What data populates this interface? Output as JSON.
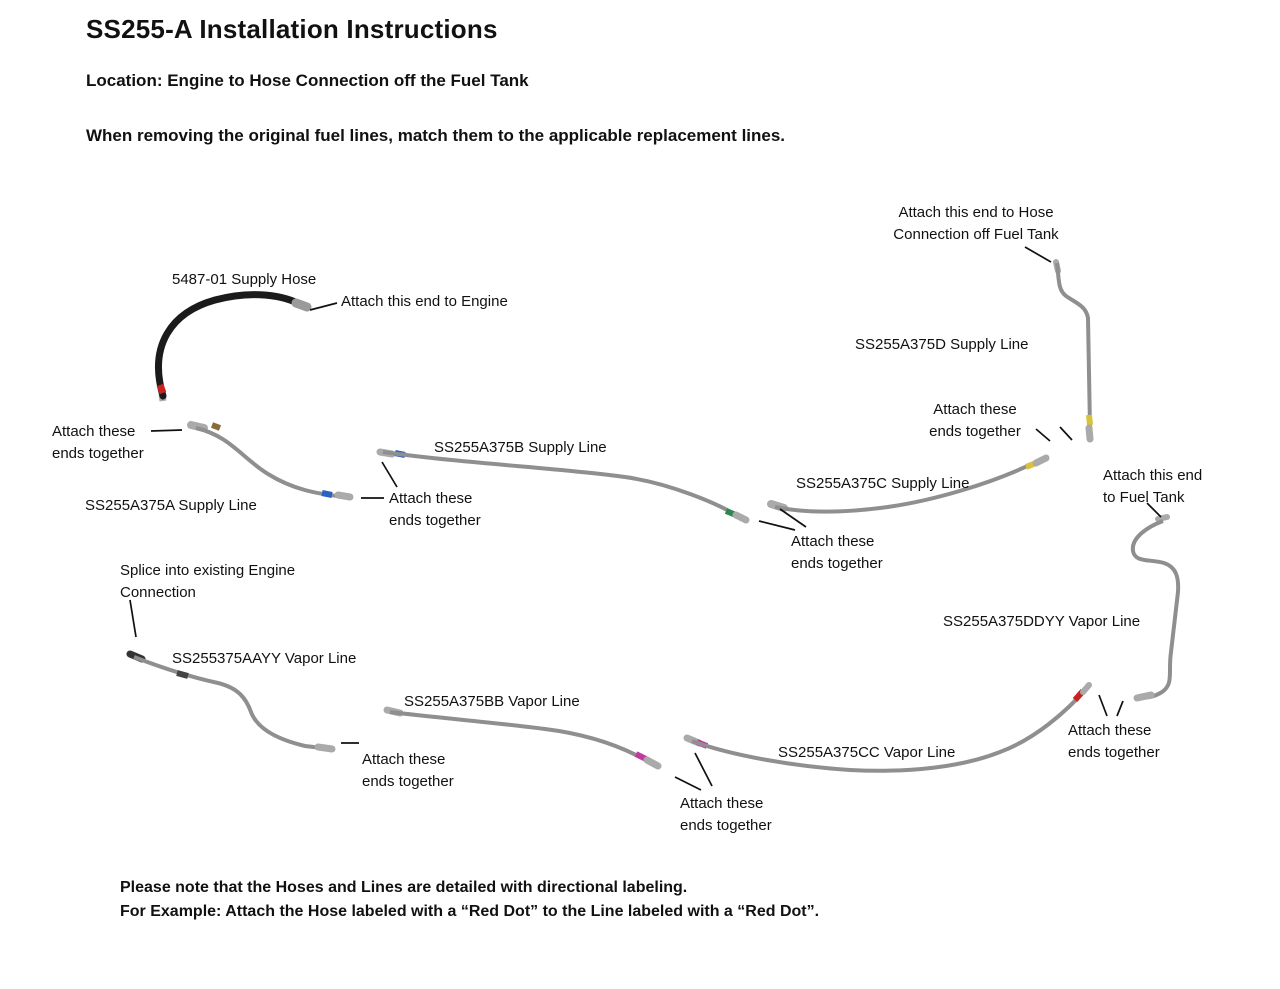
{
  "page": {
    "title": "SS255-A Installation Instructions",
    "location_line": "Location: Engine to Hose Connection off the Fuel Tank",
    "instruction_line": "When removing the original fuel lines, match them to the applicable replacement lines.",
    "footer_line1": "Please note that the Hoses and Lines are detailed with directional labeling.",
    "footer_line2": "For Example: Attach the Hose labeled with a “Red Dot” to the Line labeled with a “Red Dot”."
  },
  "labels": {
    "attach_hose_connection": "Attach this end to Hose\nConnection off Fuel Tank",
    "supply_hose": "5487-01 Supply Hose",
    "attach_engine": "Attach this end to Engine",
    "d_line": "SS255A375D Supply Line",
    "attach_d": "Attach these\nends together",
    "attach_a": "Attach these\nends together",
    "b_line": "SS255A375B Supply Line",
    "c_line": "SS255A375C Supply Line",
    "attach_fuel_tank": "Attach this end\nto Fuel Tank",
    "a_line": "SS255A375A Supply Line",
    "attach_b": "Attach these\nends together",
    "attach_c": "Attach these\nends together",
    "splice": "Splice into existing Engine\nConnection",
    "ddyy_line": "SS255A375DDYY Vapor Line",
    "aayy_line": "SS255375AAYY Vapor Line",
    "bb_line": "SS255A375BB Vapor Line",
    "attach_bb": "Attach these\nends together",
    "cc_line": "SS255A375CC Vapor Line",
    "attach_ddyy": "Attach these\nends together",
    "attach_cc": "Attach these\nends together"
  },
  "colors": {
    "line": "#8f8f8f",
    "hose": "#1b1b1b",
    "fitting": "#aaaaaa",
    "red_dot": "#c8241f",
    "blue_dot": "#2a62c4",
    "green_dot": "#2d8a4e",
    "yellow_dot": "#d6c23c",
    "magenta_dot": "#c13b9e",
    "arrow": "#111111"
  }
}
